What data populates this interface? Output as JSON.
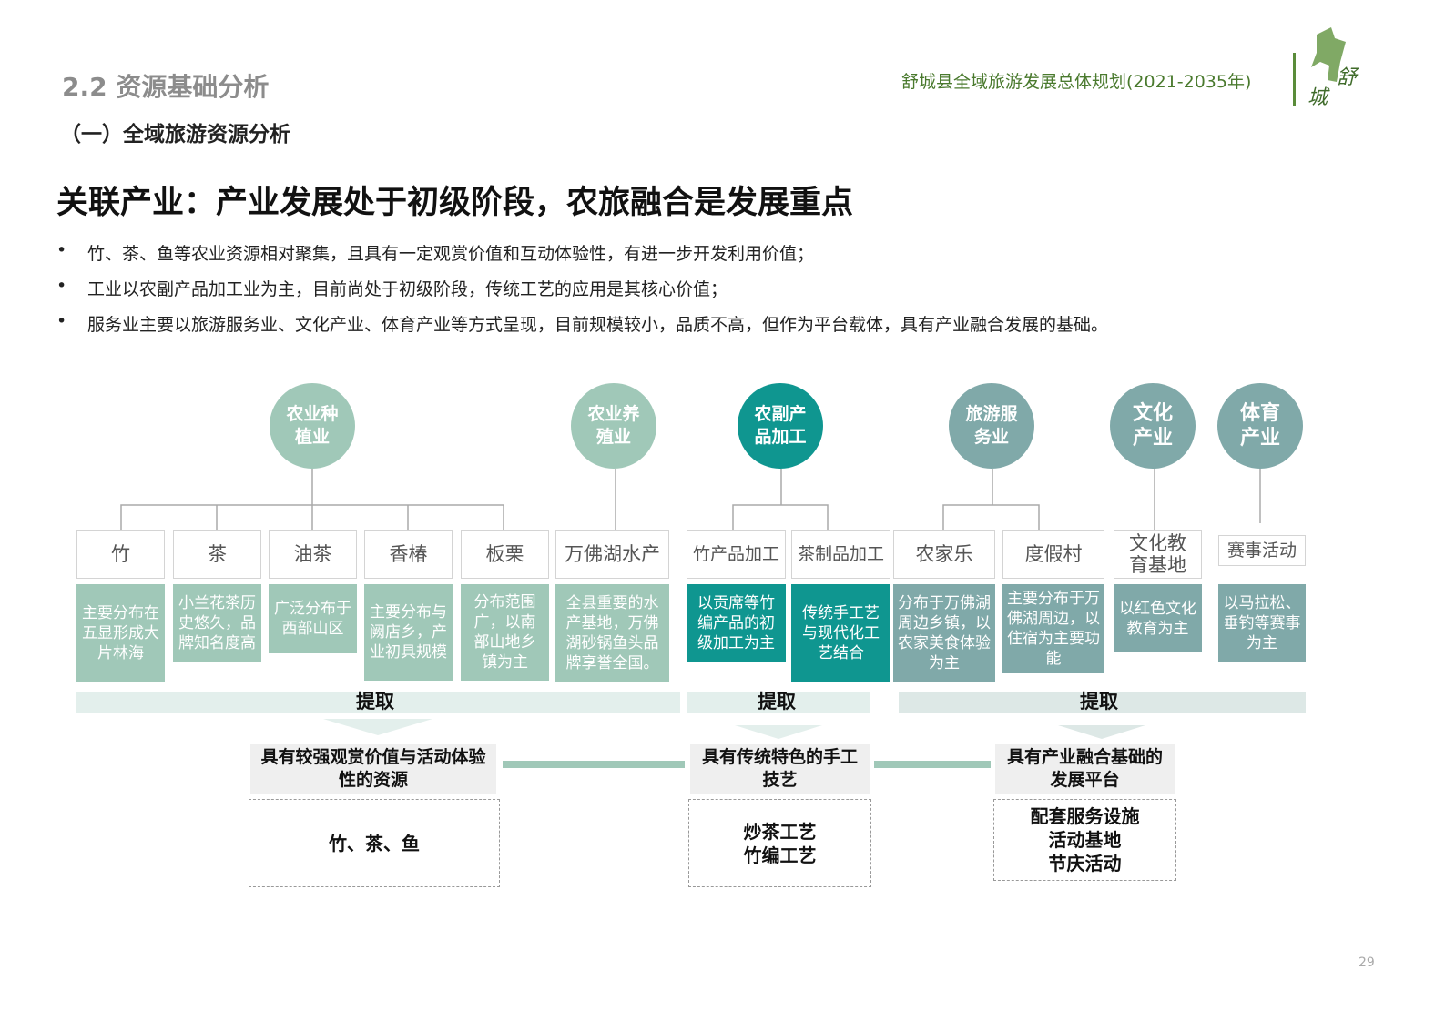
{
  "header": {
    "section": "2.2 资源基础分析",
    "subsection": "（一）全域旅游资源分析",
    "doc_title": "舒城县全域旅游发展总体规划(2021-2035年)",
    "logo_text": "舒城"
  },
  "headline": "关联产业：产业发展处于初级阶段，农旅融合是发展重点",
  "bullets": [
    "竹、茶、鱼等农业资源相对聚集，且具有一定观赏价值和互动体验性，有进一步开发利用价值；",
    "工业以农副产品加工业为主，目前尚处于初级阶段，传统工艺的应用是其核心价值；",
    "服务业主要以旅游服务业、文化产业、体育产业等方式呈现，目前规模较小，品质不高，但作为平台载体，具有产业融合发展的基础。"
  ],
  "bullet_marker": "•",
  "industries": [
    {
      "label": "农业种植业",
      "color": "#a0c8b8"
    },
    {
      "label": "农业养殖业",
      "color": "#a0c8b8"
    },
    {
      "label": "农副产品加工",
      "color": "#0f9690"
    },
    {
      "label": "旅游服务业",
      "color": "#80a9a9"
    },
    {
      "label": "文化产业",
      "color": "#80a9a9"
    },
    {
      "label": "体育产业",
      "color": "#80a9a9"
    }
  ],
  "categories": [
    {
      "label": "竹",
      "desc": "主要分布在五显形成大片林海"
    },
    {
      "label": "茶",
      "desc": "小兰花茶历史悠久，品牌知名度高"
    },
    {
      "label": "油茶",
      "desc": "广泛分布于西部山区"
    },
    {
      "label": "香椿",
      "desc": "主要分布与阙店乡，产业初具规模"
    },
    {
      "label": "板栗",
      "desc": "分布范围广，以南部山地乡镇为主"
    },
    {
      "label": "万佛湖水产",
      "desc": "全县重要的水产基地，万佛湖砂锅鱼头品牌享誉全国。"
    },
    {
      "label": "竹产品加工",
      "desc": "以贡席等竹编产品的初级加工为主"
    },
    {
      "label": "茶制品加工",
      "desc": "传统手工艺与现代化工艺结合"
    },
    {
      "label": "农家乐",
      "desc": "分布于万佛湖周边乡镇，以农家美食体验为主"
    },
    {
      "label": "度假村",
      "desc": "主要分布于万佛湖周边，以住宿为主要功能"
    },
    {
      "label": "文化教育基地",
      "desc": "以红色文化教育为主"
    },
    {
      "label": "赛事活动",
      "desc": "以马拉松、垂钓等赛事为主"
    }
  ],
  "extract_label": "提取",
  "results": [
    {
      "title": "具有较强观赏价值与活动体验性的资源",
      "content": "竹、茶、鱼"
    },
    {
      "title": "具有传统特色的手工技艺",
      "content": "炒茶工艺\n竹编工艺"
    },
    {
      "title": "具有产业融合基础的发展平台",
      "content": "配套服务设施\n活动基地\n节庆活动"
    }
  ],
  "page_number": "29"
}
